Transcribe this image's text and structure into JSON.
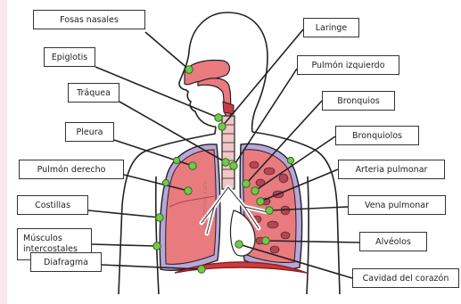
{
  "labels": {
    "fosas_nasales": "Fosas nasales",
    "epiglotis": "Epiglotis",
    "traquea": "Tráquea",
    "pleura": "Pleura",
    "pulmon_derecho": "Pulmón derecho",
    "costillas": "Costillas",
    "musculos_intercostales": "Músculos intercostales",
    "diafragma": "Diafragma",
    "laringe": "Laringe",
    "pulmon_izquierdo": "Pulmón izquierdo",
    "bronquios": "Bronquios",
    "bronquiolos": "Bronquiolos",
    "arteria_pulmonar": "Arteria pulmonar",
    "vena_pulmonar": "Vena pulmonar",
    "alveolos": "Alvéolos",
    "cavidad_corazon": "Cavidad del corazón"
  },
  "watermark": "cuadernos.com",
  "colors": {
    "lung": "#e97b7f",
    "lung_light": "#f4b3b2",
    "dark_tissue": "#b84450",
    "pleura": "#b9a6d9",
    "diaphragm": "#cf3a3a",
    "pointer_dot": "#74c84a",
    "outline": "#222222"
  }
}
